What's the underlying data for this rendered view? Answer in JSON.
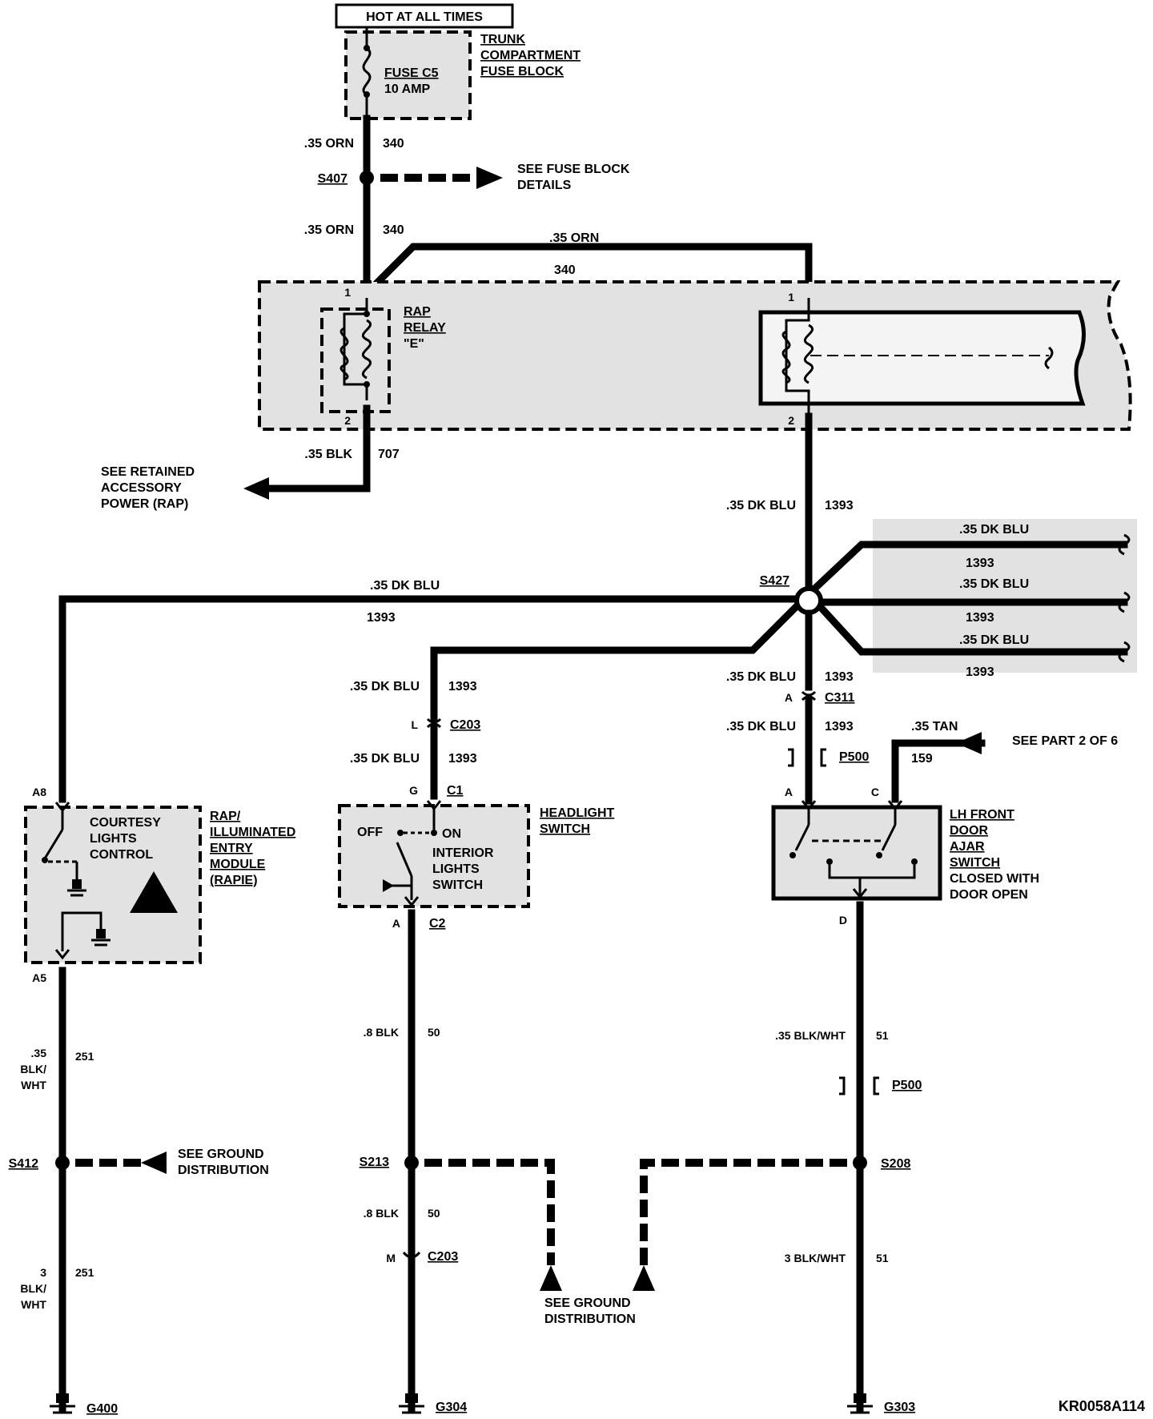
{
  "header": {
    "hot": "HOT AT ALL TIMES"
  },
  "fuse_block": {
    "title1": "TRUNK",
    "title2": "COMPARTMENT",
    "title3": "FUSE BLOCK",
    "fuse": "FUSE C5",
    "amp": "10 AMP"
  },
  "wires": {
    "w340a_gauge": ".35 ORN",
    "w340a_num": "340",
    "w340b_gauge": ".35 ORN",
    "w340b_num": "340",
    "w340c_gauge": ".35 ORN",
    "w340c_num": "340",
    "w707_gauge": ".35 BLK",
    "w707_num": "707",
    "w1393_top_gauge": ".35 DK BLU",
    "w1393_top_num": "1393",
    "w1393_left_gauge": ".35 DK BLU",
    "w1393_left_num": "1393",
    "w1393_r1_gauge": ".35 DK BLU",
    "w1393_r1_num": "1393",
    "w1393_r2_gauge": ".35 DK BLU",
    "w1393_r2_num": "1393",
    "w1393_r3_gauge": ".35 DK BLU",
    "w1393_r3_num": "1393",
    "w1393_mid_gauge": ".35 DK BLU",
    "w1393_mid_num": "1393",
    "w1393_mid2_gauge": ".35 DK BLU",
    "w1393_mid2_num": "1393",
    "w1393_c311_gauge": ".35 DK BLU",
    "w1393_c311_num": "1393",
    "w1393_c311b_gauge": ".35 DK BLU",
    "w1393_c311b_num": "1393",
    "w159_gauge": ".35 TAN",
    "w159_num": "159",
    "w251a_gauge1": ".35",
    "w251a_gauge2": "BLK/",
    "w251a_gauge3": "WHT",
    "w251a_num": "251",
    "w251b_gauge1": "3",
    "w251b_gauge2": "BLK/",
    "w251b_gauge3": "WHT",
    "w251b_num": "251",
    "w50a_gauge": ".8 BLK",
    "w50a_num": "50",
    "w50b_gauge": ".8 BLK",
    "w50b_num": "50",
    "w51a_gauge": ".35 BLK/WHT",
    "w51a_num": "51",
    "w51b_gauge": "3 BLK/WHT",
    "w51b_num": "51"
  },
  "splices": {
    "s407": "S407",
    "s427": "S427",
    "s412": "S412",
    "s213": "S213",
    "s208": "S208"
  },
  "refs": {
    "fuse_details1": "SEE FUSE BLOCK",
    "fuse_details2": "DETAILS",
    "rap1": "SEE RETAINED",
    "rap2": "ACCESSORY",
    "rap3": "POWER (RAP)",
    "part2": "SEE PART 2 OF 6",
    "ground_left1": "SEE GROUND",
    "ground_left2": "DISTRIBUTION",
    "ground_mid1": "SEE GROUND",
    "ground_mid2": "DISTRIBUTION"
  },
  "rap_relay": {
    "l1": "RAP",
    "l2": "RELAY",
    "l3": "\"E\"",
    "pin1": "1",
    "pin2": "2",
    "pin1b": "1",
    "pin2b": "2"
  },
  "connectors": {
    "c203_top": "C203",
    "c203_top_pin": "L",
    "c1": "C1",
    "c1_pin": "G",
    "c2": "C2",
    "c2_pin": "A",
    "c203_bot": "C203",
    "c203_bot_pin": "M",
    "c311": "C311",
    "c311_pin": "A",
    "p500_top": "P500",
    "p500_bot": "P500",
    "a8": "A8",
    "a5": "A5",
    "door_a": "A",
    "door_c": "C",
    "door_d": "D"
  },
  "courtesy": {
    "l1": "COURTESY",
    "l2": "LIGHTS",
    "l3": "CONTROL"
  },
  "rapie": {
    "l1": "RAP/",
    "l2": "ILLUMINATED",
    "l3": "ENTRY",
    "l4": "MODULE",
    "l5": "(RAPIE)"
  },
  "headlight": {
    "title1": "HEADLIGHT",
    "title2": "SWITCH",
    "off": "OFF",
    "on": "ON",
    "int1": "INTERIOR",
    "int2": "LIGHTS",
    "int3": "SWITCH"
  },
  "door_switch": {
    "l1": "LH FRONT",
    "l2": "DOOR",
    "l3": "AJAR",
    "l4": "SWITCH",
    "l5": "CLOSED WITH",
    "l6": "DOOR OPEN"
  },
  "grounds": {
    "g400": "G400",
    "g304": "G304",
    "g303": "G303"
  },
  "footer": {
    "code": "KR0058A114"
  }
}
